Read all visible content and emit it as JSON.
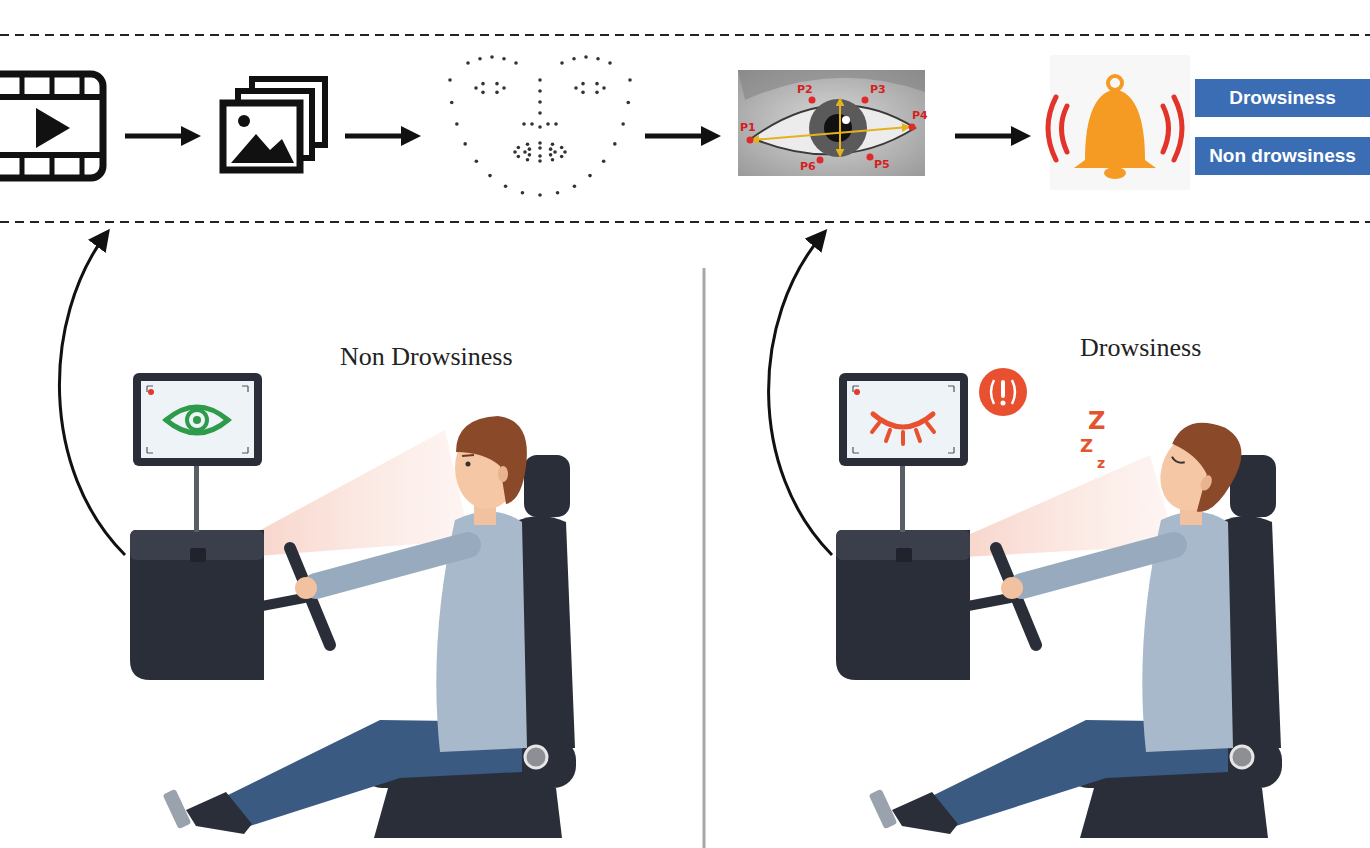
{
  "diagram": {
    "nodes": [
      {
        "text": [
          "Drowsiness"
        ]
      },
      {
        "text": [
          "Non drowsiness"
        ]
      }
    ],
    "labels": [
      "P1",
      "P2",
      "P3",
      "P4",
      "P5",
      "P6",
      "Non Drowsiness",
      "Drowsiness",
      "Z",
      "Z",
      "z"
    ]
  }
}
